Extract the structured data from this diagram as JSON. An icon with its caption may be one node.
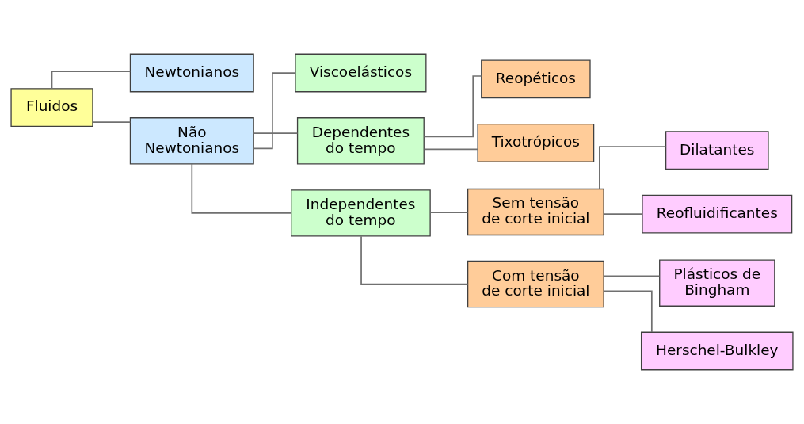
{
  "diagram": {
    "nodes": [
      {
        "text": [
          "Fluidos"
        ]
      },
      {
        "text": [
          "Newtonianos"
        ]
      },
      {
        "text": [
          "Não Newtonianos"
        ]
      },
      {
        "text": [
          "Viscoelásticos"
        ]
      },
      {
        "text": [
          "Dependentes do tempo"
        ]
      },
      {
        "text": [
          "Reopéticos"
        ]
      },
      {
        "text": [
          "Tixotrópicos"
        ]
      },
      {
        "text": [
          "Independentes do tempo"
        ]
      },
      {
        "text": [
          "Sem tensão de corte inicial"
        ]
      },
      {
        "text": [
          "Dilatantes"
        ]
      },
      {
        "text": [
          "Reofluidificantes"
        ]
      },
      {
        "text": [
          "Com tensão de corte inicial"
        ]
      },
      {
        "text": [
          "Plásticos de Bingham"
        ]
      },
      {
        "text": [
          "Herschel-Bulkley"
        ]
      }
    ],
    "edges": [
      {
        "from": 0,
        "to": 1,
        "arrow": "none"
      },
      {
        "from": 0,
        "to": 2,
        "arrow": "none"
      },
      {
        "from": 2,
        "to": 3,
        "arrow": "none"
      },
      {
        "from": 2,
        "to": 4,
        "arrow": "none"
      },
      {
        "from": 2,
        "to": 7,
        "arrow": "none"
      },
      {
        "from": 4,
        "to": 5,
        "arrow": "none"
      },
      {
        "from": 4,
        "to": 6,
        "arrow": "none"
      },
      {
        "from": 7,
        "to": 8,
        "arrow": "none"
      },
      {
        "from": 7,
        "to": 11,
        "arrow": "none"
      },
      {
        "from": 8,
        "to": 9,
        "arrow": "none"
      },
      {
        "from": 8,
        "to": 10,
        "arrow": "none"
      },
      {
        "from": 11,
        "to": 12,
        "arrow": "none"
      },
      {
        "from": 11,
        "to": 13,
        "arrow": "none"
      }
    ]
  }
}
